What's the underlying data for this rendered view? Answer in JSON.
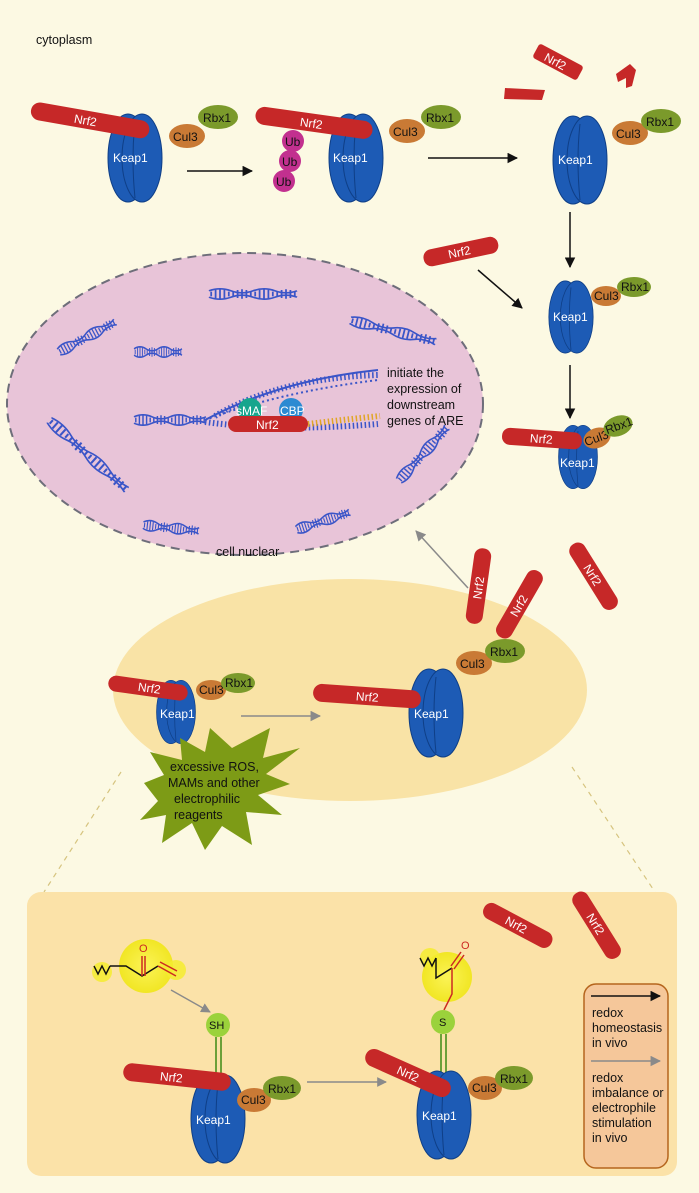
{
  "labels": {
    "cytoplasm": "cytoplasm",
    "nrf2": "Nrf2",
    "keap1": "Keap1",
    "cul3": "Cul3",
    "rbx1": "Rbx1",
    "ub": "Ub",
    "smaf": "sMAF",
    "cbp": "CBP",
    "cell_nuclear": "cell nuclear",
    "sh": "SH",
    "s": "S",
    "o": "O"
  },
  "nucleus_text": [
    "initiate the",
    "expression of",
    "downstream",
    "genes of ARE"
  ],
  "stimulus_text": [
    "excessive ROS,",
    "MAMs and other",
    "electrophilic",
    "reagents"
  ],
  "legend": {
    "black_arrow": [
      "redox",
      "homeostasis",
      "in vivo"
    ],
    "gray_arrow": [
      "redox",
      "imbalance or",
      "electrophile",
      "stimulation",
      "in vivo"
    ]
  },
  "colors": {
    "background": "#fcf9e3",
    "nrf2": "#c62828",
    "keap1": "#1d5bb5",
    "cul3": "#c97a35",
    "rbx1": "#7b9a2b",
    "ubiquitin": "#c2308f",
    "nucleus": "#e8c4d8",
    "cell_region": "#f9e3a6",
    "stimulus": "#7d9b16",
    "electrophile": "#f5ec2f",
    "legend_box": "#f5c79a"
  }
}
